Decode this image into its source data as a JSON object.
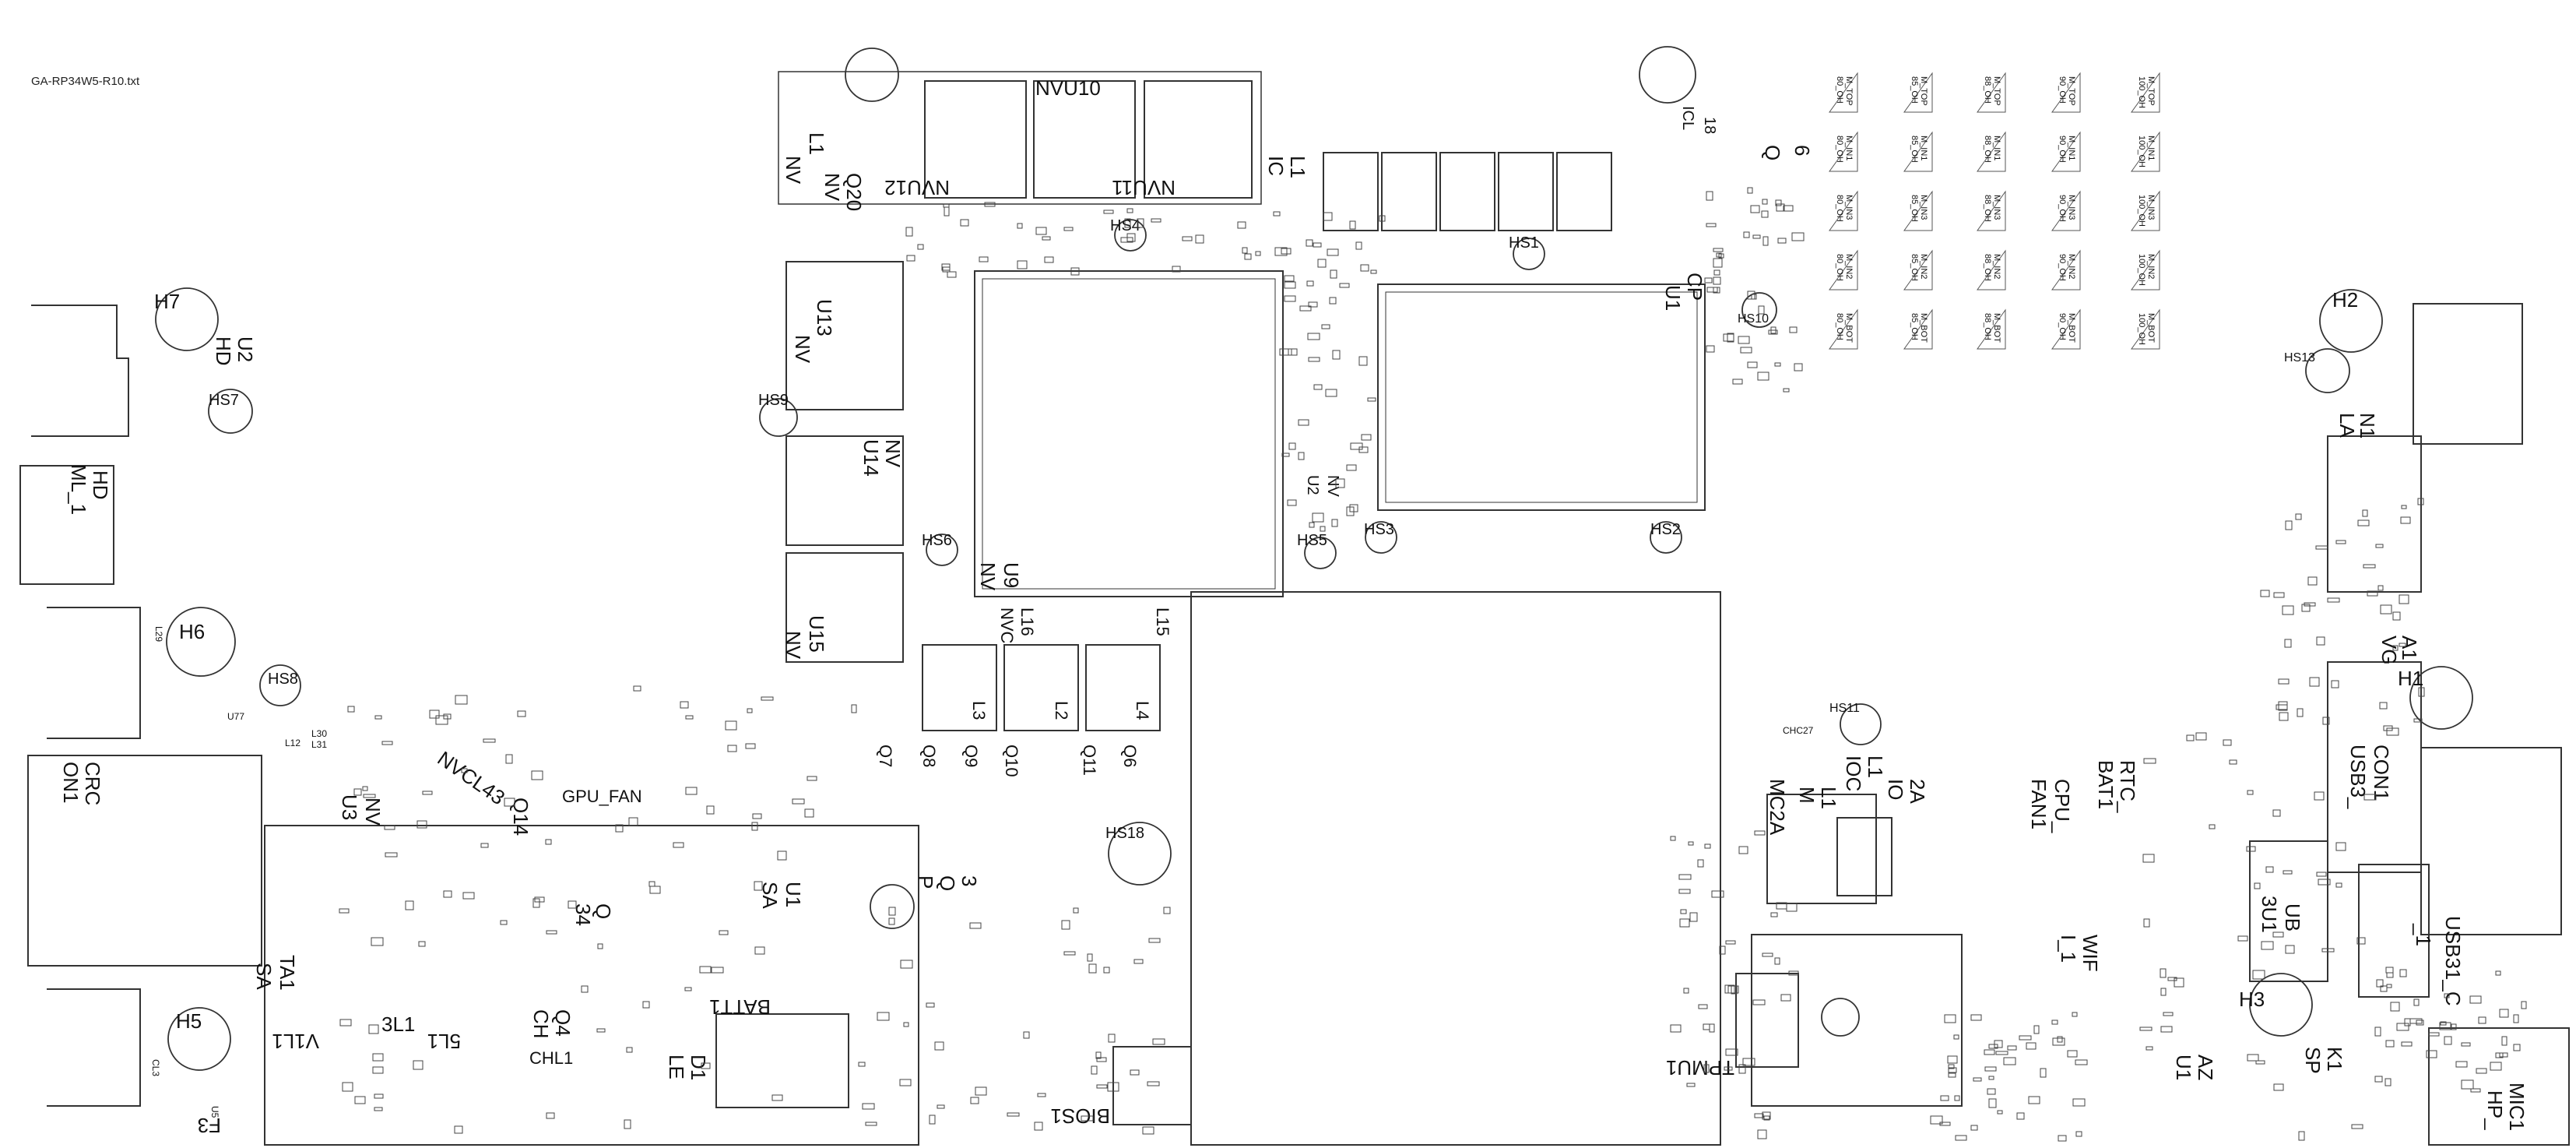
{
  "document": {
    "filename": "GA-RP34W5-R10.txt"
  },
  "designators": {
    "nvu10": "NVU10",
    "nvu12": "NVU12",
    "nvu11": "NVU11",
    "hs4": "HS4",
    "hs1": "HS1",
    "hs2": "HS2",
    "hs3": "HS3",
    "hs5": "HS5",
    "hs6": "HS6",
    "hs7": "HS7",
    "hs8": "HS8",
    "hs9": "HS9",
    "hs10": "HS10",
    "hs11": "HS11",
    "hs13": "HS13",
    "hs18": "HS18",
    "h1": "H1",
    "h2": "H2",
    "h3": "H3",
    "h5": "H5",
    "h6": "H6",
    "h7": "H7",
    "nv_l1_a": "NV",
    "nv_l1_b": "L1",
    "nv_q20_a": "NV",
    "nv_q20_b": "Q20",
    "nv_u13_a": "NV",
    "nv_u13_b": "U13",
    "nv_u14_a": "NV",
    "nv_u14_b": "U14",
    "nv_u15_a": "NV",
    "nv_u15_b": "U15",
    "nv_u9_a": "NV",
    "nv_u9_b": "U9",
    "nv_u2_a": "NV",
    "nv_u2_b": "U2",
    "hd_u2_a": "HD",
    "hd_u2_b": "U2",
    "hd_ml_a": "HD",
    "hd_ml_b": "ML_1",
    "crc_a": "CRC",
    "crc_b": "ON1",
    "nv_u3_a": "NV",
    "nv_u3_b": "U3",
    "nvcl43": "NVCL43",
    "q14": "Q14",
    "gpu_fan": "GPU_FAN",
    "q34_a": "Q",
    "q34_b": "34",
    "sa_ta1_a": "SA",
    "sa_ta1_b": "TA1",
    "sa_u1_a": "SA",
    "sa_u1_b": "U1",
    "batt1": "BATT1",
    "le_d1_a": "LE",
    "le_d1_b": "D1",
    "ch_q4_a": "CH",
    "ch_q4_b": "Q4",
    "chl1": "CHL1",
    "v1l1": "V1L1",
    "l1_3": "3L1",
    "l1_5": "5L1",
    "f3": "F3",
    "bios1": "BIOS1",
    "tpmu1": "TPMU1",
    "wif_a": "WIF",
    "wif_b": "I_1",
    "cpu_fan_a": "CPU_",
    "cpu_fan_b": "FAN1",
    "rtc_a": "RTC_",
    "rtc_b": "BAT1",
    "usb3_a": "USB3_",
    "usb3_b": "CON1",
    "usb31_a": "USB31_C",
    "usb31_b": "_1",
    "ub3u1_a": "UB",
    "ub3u1_b": "3U1",
    "hp_mic_a": "HP_",
    "hp_mic_b": "MIC1",
    "sp_k1_a": "SP",
    "sp_k1_b": "K1",
    "az_u1_a": "AZ",
    "az_u1_b": "U1",
    "la_n1_a": "LA",
    "la_n1_b": "N1",
    "vga_a": "VG",
    "vga_b": "A1",
    "mc2a": "MC2A",
    "m_l1_a": "M",
    "m_l1_b": "L1",
    "io_l1_a": "IOC",
    "io_l1_b": "L1",
    "io_2a_a": "IO",
    "io_2a_b": "2A",
    "cp_u1_a": "CP",
    "cp_u1_b": "U1",
    "icl18_a": "ICL",
    "icl18_b": "18",
    "ic_l1_a": "IC",
    "ic_l1_b": "L1",
    "q6_a": "Q",
    "q6_b": "6",
    "p_q3_a": "P",
    "p_q3_b": "Q",
    "p_q3_c": "3",
    "nvc": "NVC",
    "l16": "L16",
    "l15": "L15",
    "l3": "L3",
    "l2": "L2",
    "l4": "L4",
    "q7": "Q7",
    "q8": "Q8",
    "q9": "Q9",
    "q10": "Q10",
    "q11": "Q11",
    "q6b": "Q6",
    "l29": "L29",
    "l30": "L30",
    "l31": "L31",
    "cl3": "CL3",
    "u5": "U5",
    "u77": "U77",
    "chc27": "CHC27",
    "l12": "L12"
  },
  "grid_labels": [
    [
      "80_OH",
      "M_TOP"
    ],
    [
      "85_OH",
      "M_TOP"
    ],
    [
      "88_OH",
      "M_TOP"
    ],
    [
      "90_OH",
      "M_TOP"
    ],
    [
      "100_OH",
      "M_TOP"
    ],
    [
      "80_OH",
      "M_IN1"
    ],
    [
      "85_OH",
      "M_IN1"
    ],
    [
      "88_OH",
      "M_IN1"
    ],
    [
      "90_OH",
      "M_IN1"
    ],
    [
      "100_OH",
      "M_IN1"
    ],
    [
      "80_OH",
      "M_IN3"
    ],
    [
      "85_OH",
      "M_IN3"
    ],
    [
      "88_OH",
      "M_IN3"
    ],
    [
      "90_OH",
      "M_IN3"
    ],
    [
      "100_OH",
      "M_IN3"
    ],
    [
      "80_OH",
      "M_IN2"
    ],
    [
      "85_OH",
      "M_IN2"
    ],
    [
      "88_OH",
      "M_IN2"
    ],
    [
      "90_OH",
      "M_IN2"
    ],
    [
      "100_OH",
      "M_IN2"
    ],
    [
      "80_OH",
      "M_BOT"
    ],
    [
      "85_OH",
      "M_BOT"
    ],
    [
      "88_OH",
      "M_BOT"
    ],
    [
      "90_OH",
      "M_BOT"
    ],
    [
      "100_OH",
      "M_BOT"
    ]
  ]
}
